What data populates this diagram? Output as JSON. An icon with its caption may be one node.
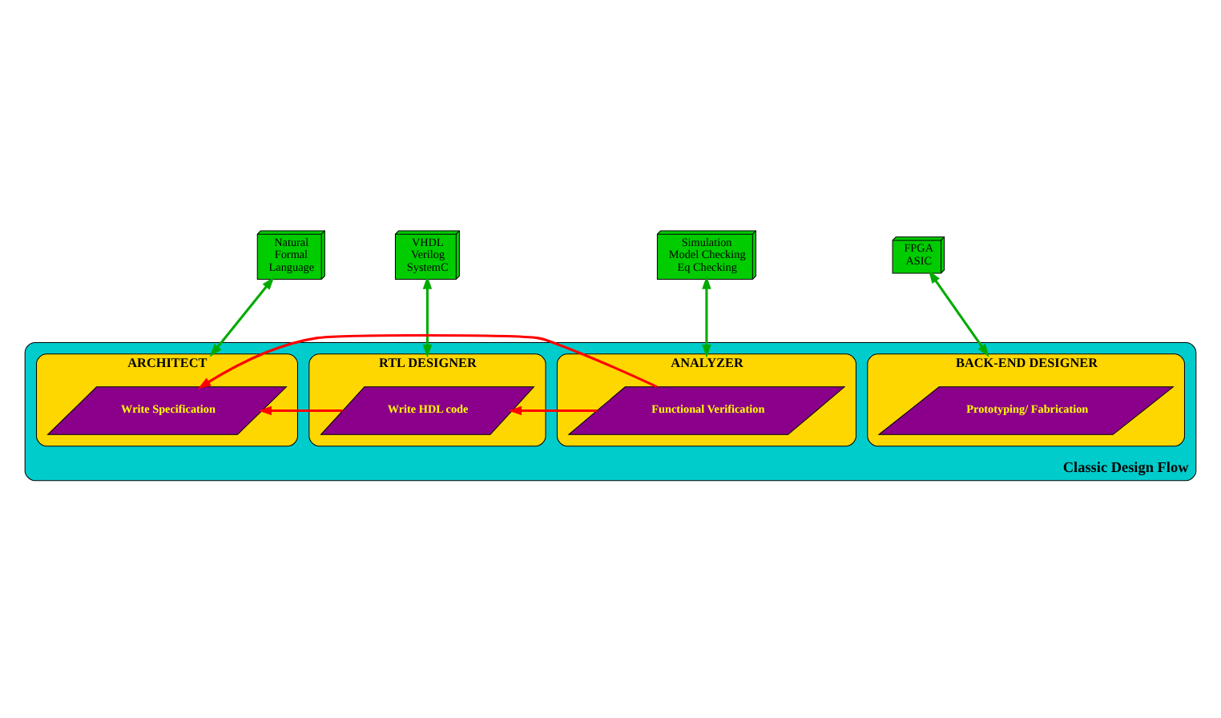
{
  "diagram": {
    "nodes": [
      {
        "text": [
          "Natural",
          "Formal",
          "Language"
        ]
      },
      {
        "text": [
          "VHDL",
          "Verilog",
          "SystemC"
        ]
      },
      {
        "text": [
          "Simulation",
          "Model Checking",
          "Eq Checking"
        ]
      },
      {
        "text": [
          "FPGA",
          "ASIC"
        ]
      },
      {
        "text": [
          "Classic Design Flow"
        ]
      },
      {
        "text": [
          "ARCHITECT"
        ],
        "in": 4
      },
      {
        "text": [
          "RTL DESIGNER"
        ],
        "in": 4
      },
      {
        "text": [
          "ANALYZER"
        ],
        "in": 4
      },
      {
        "text": [
          "BACK-END DESIGNER"
        ],
        "in": 4
      },
      {
        "text": [
          "Write Specification"
        ],
        "in": 5
      },
      {
        "text": [
          "Write HDL code"
        ],
        "in": 6
      },
      {
        "text": [
          "Functional Verification"
        ],
        "in": 7
      },
      {
        "text": [
          "Prototyping/ Fabrication"
        ],
        "in": 8
      }
    ],
    "edges": [
      {
        "from": 0,
        "to": 5,
        "arrow": "both",
        "color": "#00aa00"
      },
      {
        "from": 1,
        "to": 6,
        "arrow": "both",
        "color": "#00aa00"
      },
      {
        "from": 2,
        "to": 7,
        "arrow": "both",
        "color": "#00aa00"
      },
      {
        "from": 3,
        "to": 8,
        "arrow": "both",
        "color": "#00aa00"
      },
      {
        "from": 10,
        "to": 9,
        "arrow": "to",
        "color": "#ff0000"
      },
      {
        "from": 11,
        "to": 10,
        "arrow": "to",
        "color": "#ff0000"
      },
      {
        "from": 11,
        "to": 9,
        "arrow": "to",
        "color": "#ff0000"
      }
    ]
  }
}
